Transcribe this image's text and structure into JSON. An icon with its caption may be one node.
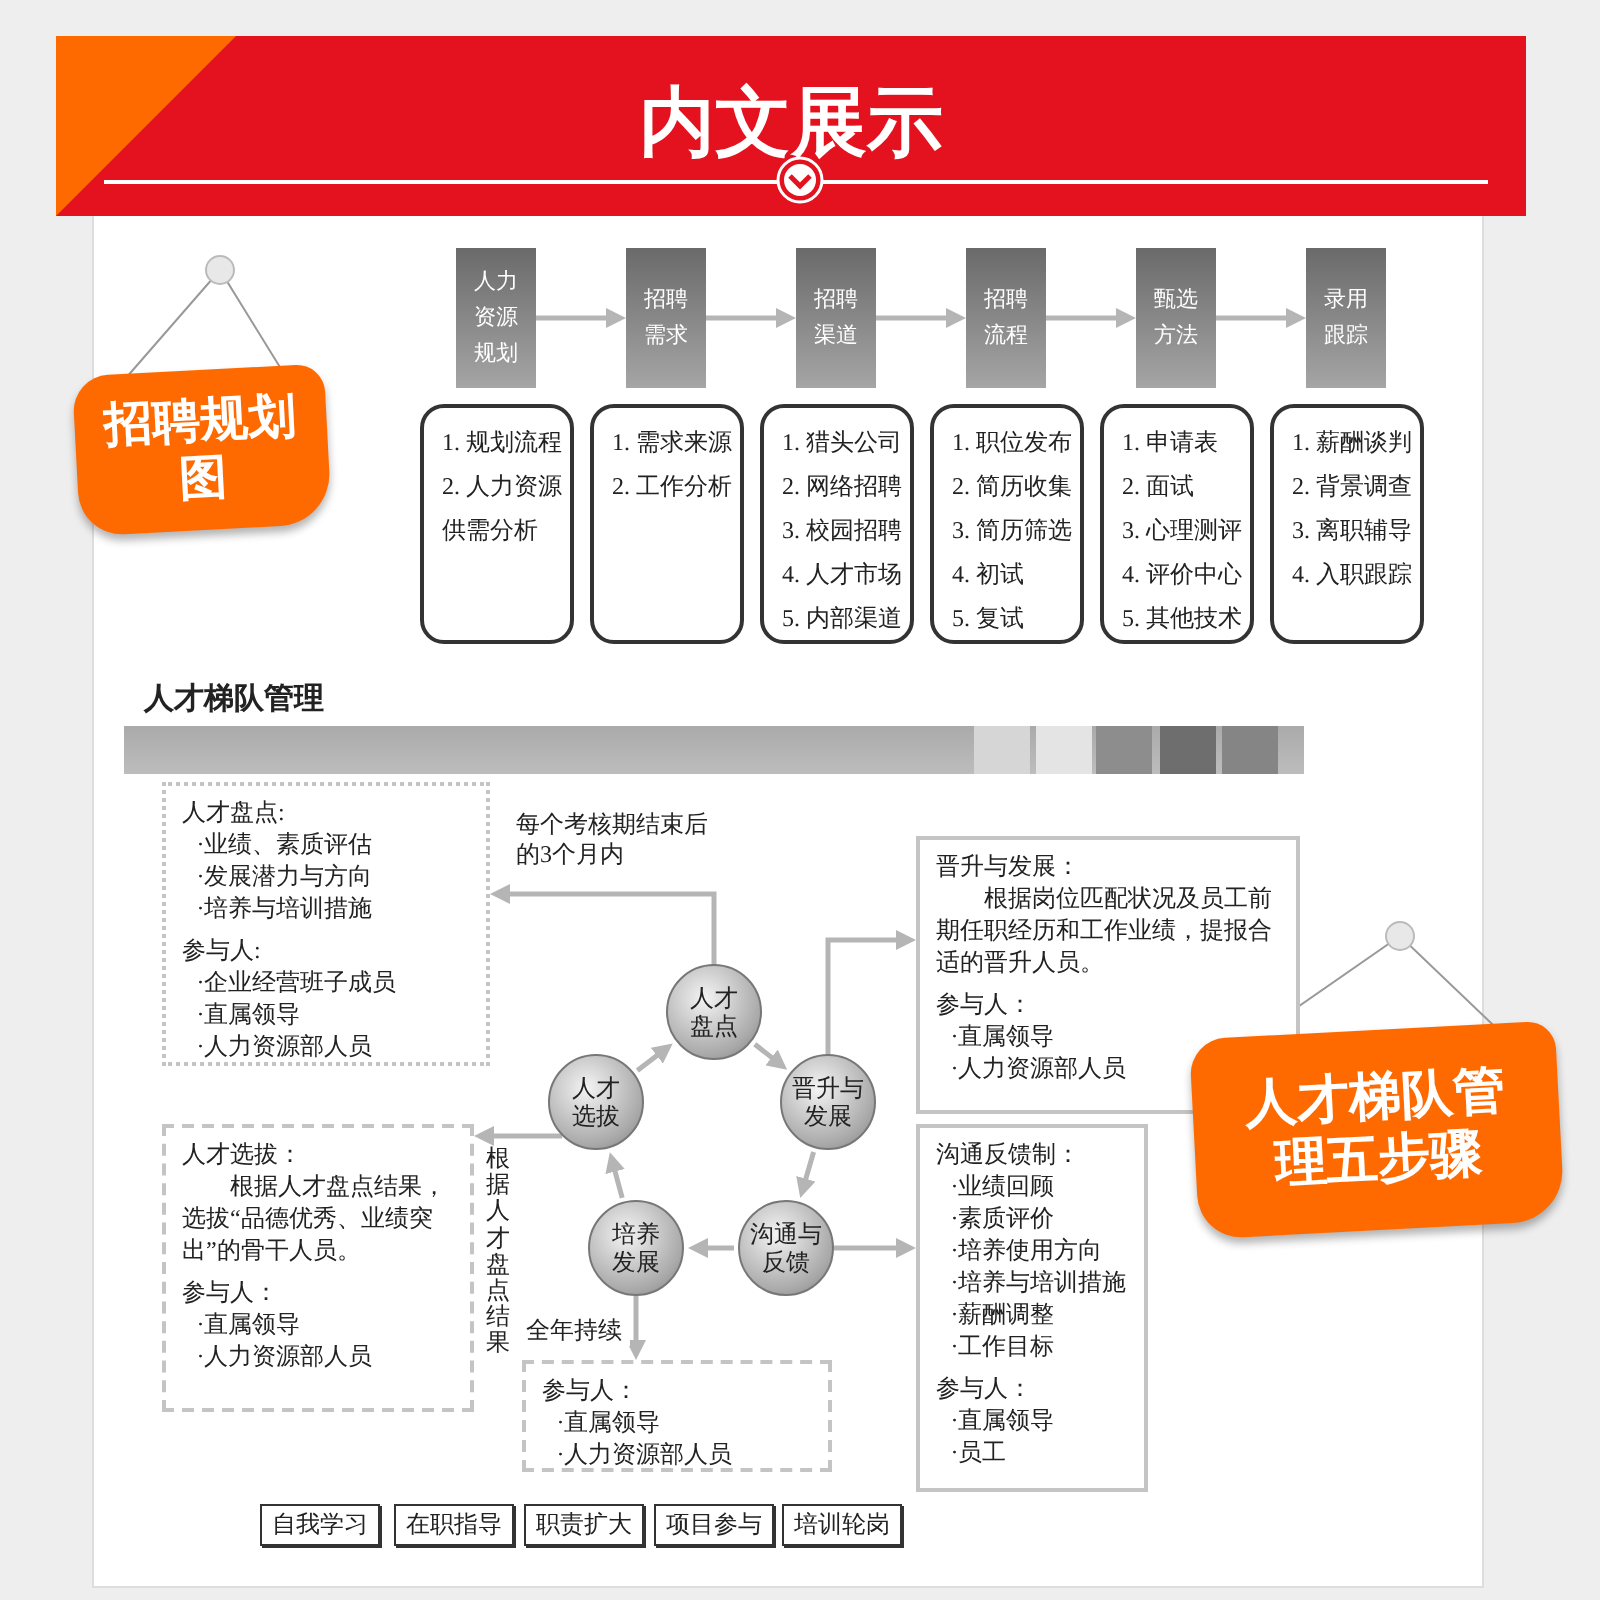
{
  "diagram": {
    "title": "内文展示",
    "nodes": [
      {
        "text": [
          "人力资源规划"
        ]
      },
      {
        "text": [
          "招聘需求"
        ]
      },
      {
        "text": [
          "招聘渠道"
        ]
      },
      {
        "text": [
          "招聘流程"
        ]
      },
      {
        "text": [
          "甄选方法"
        ]
      },
      {
        "text": [
          "录用跟踪"
        ]
      },
      {
        "text": [
          "1. 规划流程",
          "2. 人力资源供需分析"
        ]
      },
      {
        "text": [
          "1. 需求来源",
          "2. 工作分析"
        ]
      },
      {
        "text": [
          "1. 猎头公司",
          "2. 网络招聘",
          "3. 校园招聘",
          "4. 人才市场",
          "5. 内部渠道"
        ]
      },
      {
        "text": [
          "1. 职位发布",
          "2. 简历收集",
          "3. 简历筛选",
          "4. 初试",
          "5. 复试"
        ]
      },
      {
        "text": [
          "1. 申请表",
          "2. 面试",
          "3. 心理测评",
          "4. 评价中心",
          "5. 其他技术"
        ]
      },
      {
        "text": [
          "1. 薪酬谈判",
          "2. 背景调查",
          "3. 离职辅导",
          "4. 入职跟踪"
        ]
      },
      {
        "text": [
          "招聘规划图"
        ]
      },
      {
        "text": [
          "人才盘点"
        ]
      },
      {
        "text": [
          "晋升与发展"
        ]
      },
      {
        "text": [
          "沟通与反馈"
        ]
      },
      {
        "text": [
          "培养发展"
        ]
      },
      {
        "text": [
          "人才选拔"
        ]
      },
      {
        "text": [
          "人才盘点:",
          "·业绩、素质评估",
          "·发展潜力与方向",
          "·培养与培训措施",
          "参与人:",
          "·企业经营班子成员",
          "·直属领导",
          "·人力资源部人员"
        ]
      },
      {
        "text": [
          "晋升与发展：",
          "根据岗位匹配状况及员工前期任职经历和工作业绩，提报合适的晋升人员。",
          "参与人：",
          "·直属领导",
          "·人力资源部人员"
        ]
      },
      {
        "text": [
          "沟通反馈制：",
          "·业绩回顾",
          "·素质评价",
          "·培养使用方向",
          "·培养与培训措施",
          "·薪酬调整",
          "·工作目标",
          "参与人：",
          "·直属领导",
          "·员工"
        ]
      },
      {
        "text": [
          "人才选拔：",
          "根据人才盘点结果，选拔“品德优秀、业绩突出”的骨干人员。",
          "参与人：",
          "·直属领导",
          "·人力资源部人员"
        ]
      },
      {
        "text": [
          "参与人：",
          "·直属领导",
          "·人力资源部人员"
        ]
      },
      {
        "text": [
          "自我学习"
        ]
      },
      {
        "text": [
          "在职指导"
        ]
      },
      {
        "text": [
          "职责扩大"
        ]
      },
      {
        "text": [
          "项目参与"
        ]
      },
      {
        "text": [
          "培训轮岗"
        ]
      },
      {
        "text": [
          "人才梯队管理五步骤"
        ]
      }
    ],
    "edges": [
      {
        "from": 0,
        "to": 1,
        "arrow": "to"
      },
      {
        "from": 1,
        "to": 2,
        "arrow": "to"
      },
      {
        "from": 2,
        "to": 3,
        "arrow": "to"
      },
      {
        "from": 3,
        "to": 4,
        "arrow": "to"
      },
      {
        "from": 4,
        "to": 5,
        "arrow": "to"
      },
      {
        "from": 13,
        "to": 14,
        "arrow": "to"
      },
      {
        "from": 14,
        "to": 15,
        "arrow": "to"
      },
      {
        "from": 15,
        "to": 16,
        "arrow": "to"
      },
      {
        "from": 16,
        "to": 17,
        "arrow": "to"
      },
      {
        "from": 17,
        "to": 13,
        "arrow": "to"
      },
      {
        "from": 13,
        "to": 18,
        "arrow": "to",
        "label": "每个考核期结束后的3个月内"
      },
      {
        "from": 14,
        "to": 19,
        "arrow": "to"
      },
      {
        "from": 15,
        "to": 20,
        "arrow": "to"
      },
      {
        "from": 17,
        "to": 21,
        "arrow": "to",
        "label": "根据人才盘点结果"
      },
      {
        "from": 16,
        "to": 22,
        "arrow": "to",
        "label": "全年持续"
      }
    ],
    "labels": [
      "人才梯队管理"
    ]
  }
}
